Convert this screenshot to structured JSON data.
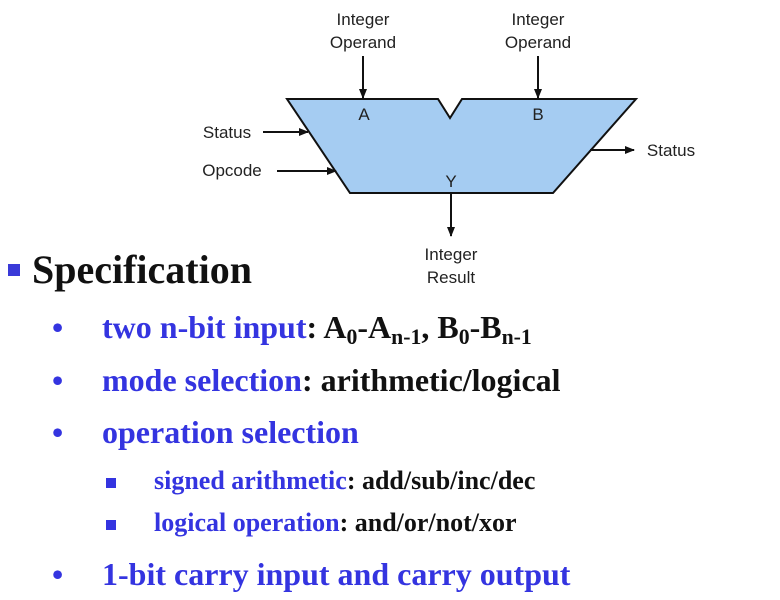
{
  "diagram": {
    "input_a_label_line1": "Integer",
    "input_a_label_line2": "Operand",
    "input_b_label_line1": "Integer",
    "input_b_label_line2": "Operand",
    "port_a": "A",
    "port_b": "B",
    "port_y": "Y",
    "status_in": "Status",
    "opcode_in": "Opcode",
    "status_out": "Status",
    "result_line1": "Integer",
    "result_line2": "Result",
    "alu_fill": "#a5ccf2",
    "alu_stroke": "#111111"
  },
  "spec": {
    "heading": "Specification",
    "items": [
      {
        "bullet": "•",
        "label": "two n-bit input",
        "colon": ": ",
        "a": "A",
        "a_sub0": "0",
        "dash1": "-A",
        "a_subn": "n-1",
        "comma": ", B",
        "b_sub0": "0",
        "dash2": "-B",
        "b_subn": "n-1"
      },
      {
        "bullet": "•",
        "label": "mode selection",
        "rest": ": arithmetic/logical"
      },
      {
        "bullet": "•",
        "label": "operation selection"
      },
      {
        "label": "signed arithmetic",
        "rest": ": add/sub/inc/dec"
      },
      {
        "label": "logical operation",
        "rest": ": and/or/not/xor"
      },
      {
        "bullet": "•",
        "label": "1-bit carry input and carry output"
      }
    ]
  },
  "colors": {
    "accent_blue": "#3434e0",
    "text_black": "#111111"
  }
}
